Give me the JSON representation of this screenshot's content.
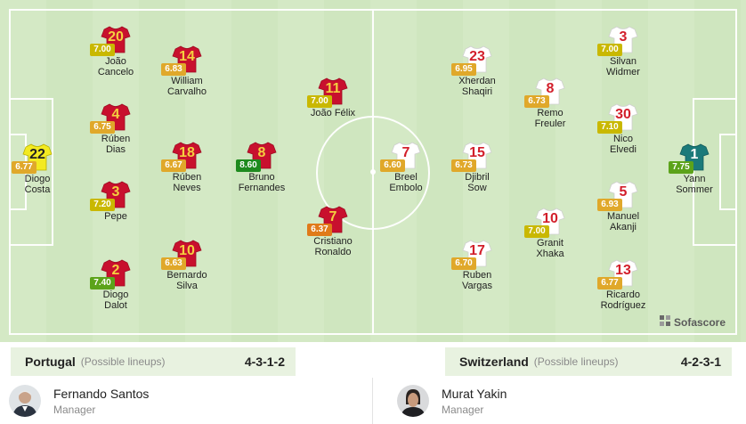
{
  "colors": {
    "portugal_shirt": "#c8102e",
    "portugal_num": "#f4d03f",
    "gk_portugal_shirt": "#f3ea21",
    "gk_portugal_num": "#222222",
    "swiss_shirt": "#ffffff",
    "swiss_num": "#d21f2b",
    "gk_swiss_shirt": "#1b7a7a",
    "gk_swiss_num": "#ffffff",
    "rating_green": "#5ca31a",
    "rating_darkgreen": "#1e8a1e",
    "rating_yellow": "#c9b800",
    "rating_orange": "#e0a82a",
    "rating_darkorange": "#e07a1a"
  },
  "brand": {
    "logo_text": "Sofascore",
    "logo_icon": "sofascore-icon"
  },
  "home": {
    "team": "Portugal",
    "subtitle": "(Possible lineups)",
    "formation": "4-3-1-2",
    "manager": {
      "name": "Fernando Santos",
      "role": "Manager"
    },
    "players": [
      {
        "num": "22",
        "rating": "6.77",
        "name1": "Diogo",
        "name2": "Costa",
        "rc": "rating_orange",
        "gk": true
      },
      {
        "num": "20",
        "rating": "7.00",
        "name1": "João",
        "name2": "Cancelo",
        "rc": "rating_yellow"
      },
      {
        "num": "4",
        "rating": "6.75",
        "name1": "Rúben",
        "name2": "Dias",
        "rc": "rating_orange"
      },
      {
        "num": "3",
        "rating": "7.20",
        "name1": "Pepe",
        "name2": "",
        "rc": "rating_yellow"
      },
      {
        "num": "2",
        "rating": "7.40",
        "name1": "Diogo",
        "name2": "Dalot",
        "rc": "rating_green"
      },
      {
        "num": "14",
        "rating": "6.83",
        "name1": "William",
        "name2": "Carvalho",
        "rc": "rating_orange"
      },
      {
        "num": "18",
        "rating": "6.67",
        "name1": "Rúben",
        "name2": "Neves",
        "rc": "rating_orange"
      },
      {
        "num": "10",
        "rating": "6.63",
        "name1": "Bernardo",
        "name2": "Silva",
        "rc": "rating_orange"
      },
      {
        "num": "8",
        "rating": "8.60",
        "name1": "Bruno",
        "name2": "Fernandes",
        "rc": "rating_darkgreen"
      },
      {
        "num": "11",
        "rating": "7.00",
        "name1": "João Félix",
        "name2": "",
        "rc": "rating_yellow"
      },
      {
        "num": "7",
        "rating": "6.37",
        "name1": "Cristiano",
        "name2": "Ronaldo",
        "rc": "rating_darkorange"
      }
    ]
  },
  "away": {
    "team": "Switzerland",
    "subtitle": "(Possible lineups)",
    "formation": "4-2-3-1",
    "manager": {
      "name": "Murat Yakin",
      "role": "Manager"
    },
    "players": [
      {
        "num": "1",
        "rating": "7.75",
        "name1": "Yann",
        "name2": "Sommer",
        "rc": "rating_green",
        "gk": true
      },
      {
        "num": "3",
        "rating": "7.00",
        "name1": "Silvan",
        "name2": "Widmer",
        "rc": "rating_yellow"
      },
      {
        "num": "30",
        "rating": "7.10",
        "name1": "Nico",
        "name2": "Elvedi",
        "rc": "rating_yellow"
      },
      {
        "num": "5",
        "rating": "6.93",
        "name1": "Manuel",
        "name2": "Akanji",
        "rc": "rating_orange"
      },
      {
        "num": "13",
        "rating": "6.77",
        "name1": "Ricardo",
        "name2": "Rodríguez",
        "rc": "rating_orange"
      },
      {
        "num": "8",
        "rating": "6.73",
        "name1": "Remo",
        "name2": "Freuler",
        "rc": "rating_orange"
      },
      {
        "num": "10",
        "rating": "7.00",
        "name1": "Granit",
        "name2": "Xhaka",
        "rc": "rating_yellow"
      },
      {
        "num": "23",
        "rating": "6.95",
        "name1": "Xherdan",
        "name2": "Shaqiri",
        "rc": "rating_orange"
      },
      {
        "num": "15",
        "rating": "6.73",
        "name1": "Djibril",
        "name2": "Sow",
        "rc": "rating_orange"
      },
      {
        "num": "17",
        "rating": "6.70",
        "name1": "Ruben",
        "name2": "Vargas",
        "rc": "rating_orange"
      },
      {
        "num": "7",
        "rating": "6.60",
        "name1": "Breel",
        "name2": "Embolo",
        "rc": "rating_orange"
      }
    ]
  }
}
